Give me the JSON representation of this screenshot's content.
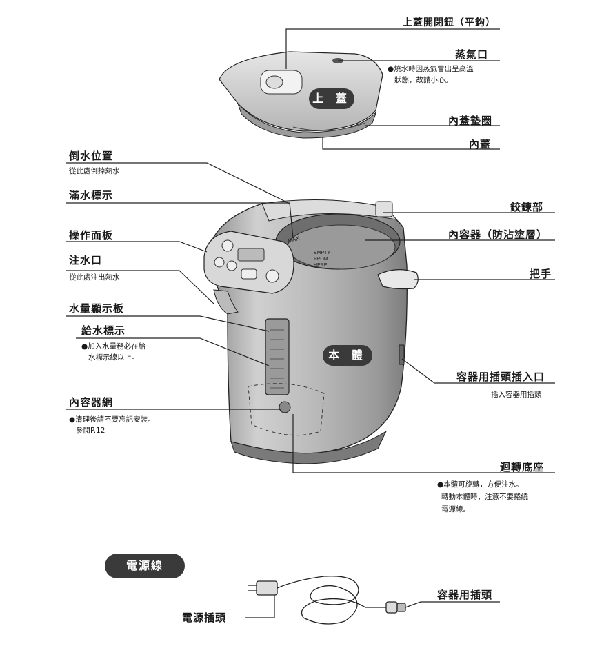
{
  "labels": {
    "lid_button": "上蓋開閉鈕（平鈎）",
    "steam_vent": "蒸氣口",
    "steam_note_1": "●燒水時因蒸氣冒出呈高溫",
    "steam_note_2": "狀態，故請小心。",
    "lid_pill": "上 蓋",
    "inner_lid_gasket": "內蓋墊圈",
    "inner_lid": "內蓋",
    "pour_position": "倒水位置",
    "pour_note": "從此處倒掉熱水",
    "full_mark": "滿水標示",
    "hinge": "鉸鍊部",
    "control_panel": "操作面板",
    "inner_container": "內容器（防沾塗層）",
    "spout": "注水口",
    "spout_note": "從此處注出熱水",
    "handle": "把手",
    "level_window": "水量顯示板",
    "fill_mark": "給水標示",
    "fill_note_1": "●加入水量務必在給",
    "fill_note_2": "水標示線以上。",
    "body_pill": "本 體",
    "socket": "容器用插頭插入口",
    "socket_note": "插入容器用插頭",
    "filter": "內容器網",
    "filter_note_1": "●清理後請不要忘記安裝。",
    "filter_note_2": "參閱P.12",
    "swivel_base": "迴轉底座",
    "swivel_note_1": "●本體可旋轉，方便注水。",
    "swivel_note_2": "轉動本體時，注意不要捲繞",
    "swivel_note_3": "電源線。",
    "cord_pill": "電源線",
    "power_plug": "電源插頭",
    "appliance_plug": "容器用插頭"
  },
  "inner_markings": {
    "max": "MAX",
    "empty_lines": [
      "EMPTY",
      "FROM",
      "HERE"
    ]
  },
  "colors": {
    "ink": "#1a1a1a",
    "pill": "#3a3a3a",
    "body_shade": "#c9c9c9"
  }
}
